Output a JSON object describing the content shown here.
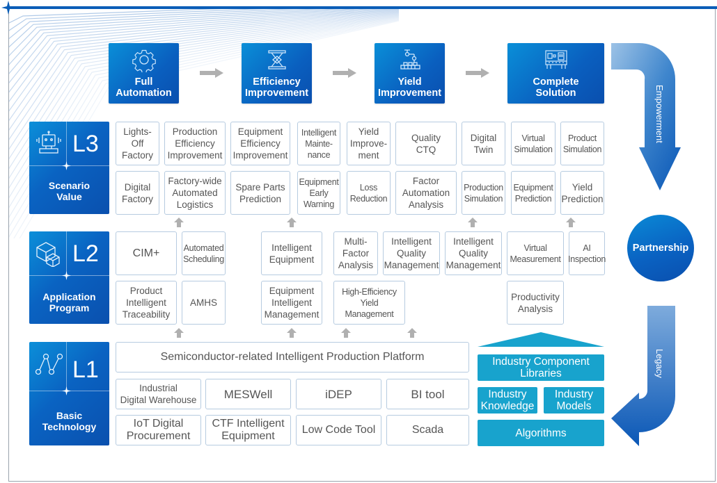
{
  "stages": [
    {
      "label_line1": "Full",
      "label_line2": "Automation",
      "icon": "gear-icon"
    },
    {
      "label_line1": "Efficiency",
      "label_line2": "Improvement",
      "icon": "lift-table-icon"
    },
    {
      "label_line1": "Yield",
      "label_line2": "Improvement",
      "icon": "robot-arm-icon"
    },
    {
      "label_line1": "Complete",
      "label_line2": "Solution",
      "icon": "machine-icon"
    }
  ],
  "levels": {
    "l3": {
      "code": "L3",
      "name_line1": "Scenario",
      "name_line2": "Value",
      "icon": "robot-icon"
    },
    "l2": {
      "code": "L2",
      "name_line1": "Application",
      "name_line2": "Program",
      "icon": "cubes-icon"
    },
    "l1": {
      "code": "L1",
      "name_line1": "Basic",
      "name_line2": "Technology",
      "icon": "network-icon"
    }
  },
  "l3_boxes": {
    "row1": [
      "Lights-Off\nFactory",
      "Production\nEfficiency\nImprovement",
      "Equipment\nEfficiency\nImprovement",
      "Intelligent\nMainte-\nnance",
      "Yield\nImprove-\nment",
      "Quality\nCTQ",
      "Digital\nTwin",
      "Virtual\nSimulation",
      "Product\nSimulation"
    ],
    "row2": [
      "Digital\nFactory",
      "Factory-wide\nAutomated\nLogistics",
      "Spare Parts\nPrediction",
      "Equipment\nEarly\nWarning",
      "Loss\nReduction",
      "Factor\nAutomation\nAnalysis",
      "Production\nSimulation",
      "Equipment\nPrediction",
      "Yield\nPrediction"
    ]
  },
  "l2_boxes": {
    "row1": [
      "CIM+",
      "Automated\nScheduling",
      "Intelligent\nEquipment",
      "Multi-\nFactor\nAnalysis",
      "Intelligent\nQuality\nManagement",
      "Intelligent\nQuality\nManagement",
      "Virtual\nMeasurement",
      "AI\nInspection"
    ],
    "row2": [
      "Product\nIntelligent\nTraceability",
      "AMHS",
      "Equipment\nIntelligent\nManagement",
      "High-Efficiency\nYield\nManagement",
      "Productivity\nAnalysis"
    ]
  },
  "l1": {
    "platform": "Semiconductor-related Intelligent Production Platform",
    "row1": [
      "Industrial\nDigital Warehouse",
      "MESWell",
      "iDEP",
      "BI tool"
    ],
    "row2": [
      "IoT Digital\nProcurement",
      "CTF Intelligent\nEquipment",
      "Low Code Tool",
      "Scada"
    ]
  },
  "components": {
    "libraries": "Industry Component\nLibraries",
    "knowledge": "Industry\nKnowledge",
    "models": "Industry\nModels",
    "algorithms": "Algorithms"
  },
  "flow": {
    "empowerment": "Empowerment",
    "partnership": "Partnership",
    "legacy": "Legacy"
  },
  "colors": {
    "primary_blue": "#0a5fbf",
    "light_blue": "#0b8fd9",
    "teal": "#18a3cd",
    "box_border": "#b6cbe0",
    "arrow_gray": "#b0b0b0"
  }
}
